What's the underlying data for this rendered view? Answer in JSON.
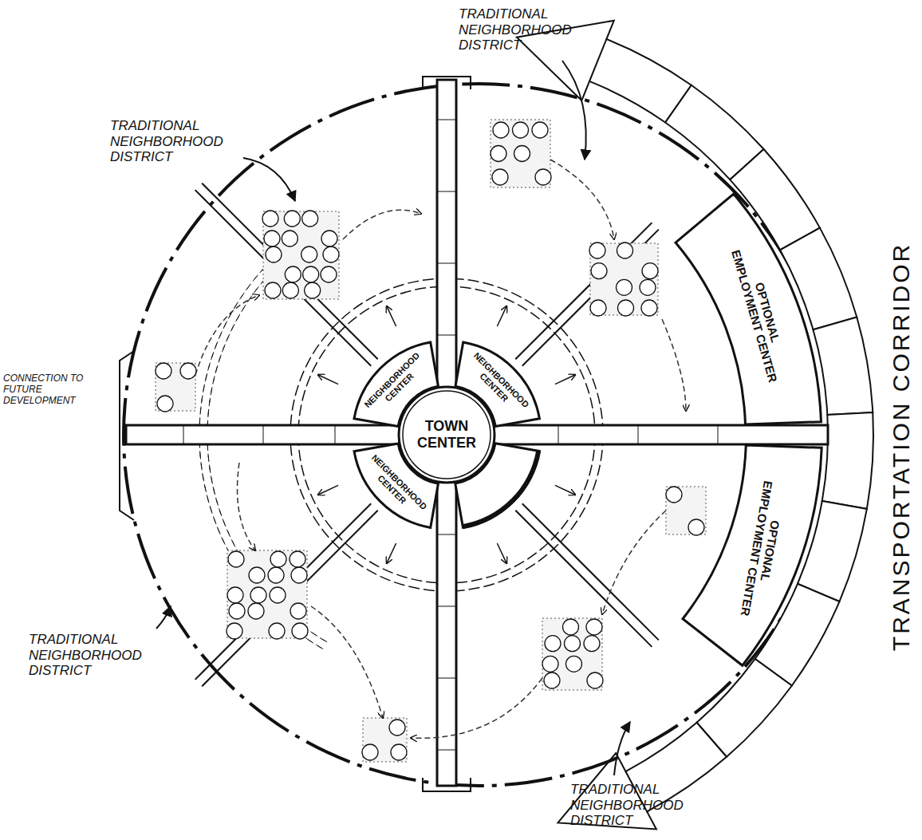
{
  "diagram": {
    "nodes": [
      {
        "text": [
          "NEIGHBORHOOD CENTER"
        ]
      },
      {
        "text": [
          "NEIGHBORHOOD CENTER"
        ]
      },
      {
        "text": [
          "OPTIONAL EMPLOYMENT CENTER"
        ]
      },
      {
        "text": [
          "TOWN CENTER"
        ]
      },
      {
        "text": [
          "NEIGHBORHOOD CENTER"
        ]
      },
      {
        "text": [
          "OPTIONAL EMPLOYMENT CENTER"
        ]
      }
    ],
    "labels": [
      "TRADITIONAL NEIGHBORHOOD DISTRICT",
      "TRADITIONAL NEIGHBORHOOD DISTRICT",
      "CONNECTION TO FUTURE DEVELOPMENT",
      "TRADITIONAL NEIGHBORHOOD DISTRICT",
      "TRANSPORTATION CORRIDOR",
      "TRADITIONAL NEIGHBORHOOD DISTRICT"
    ]
  }
}
